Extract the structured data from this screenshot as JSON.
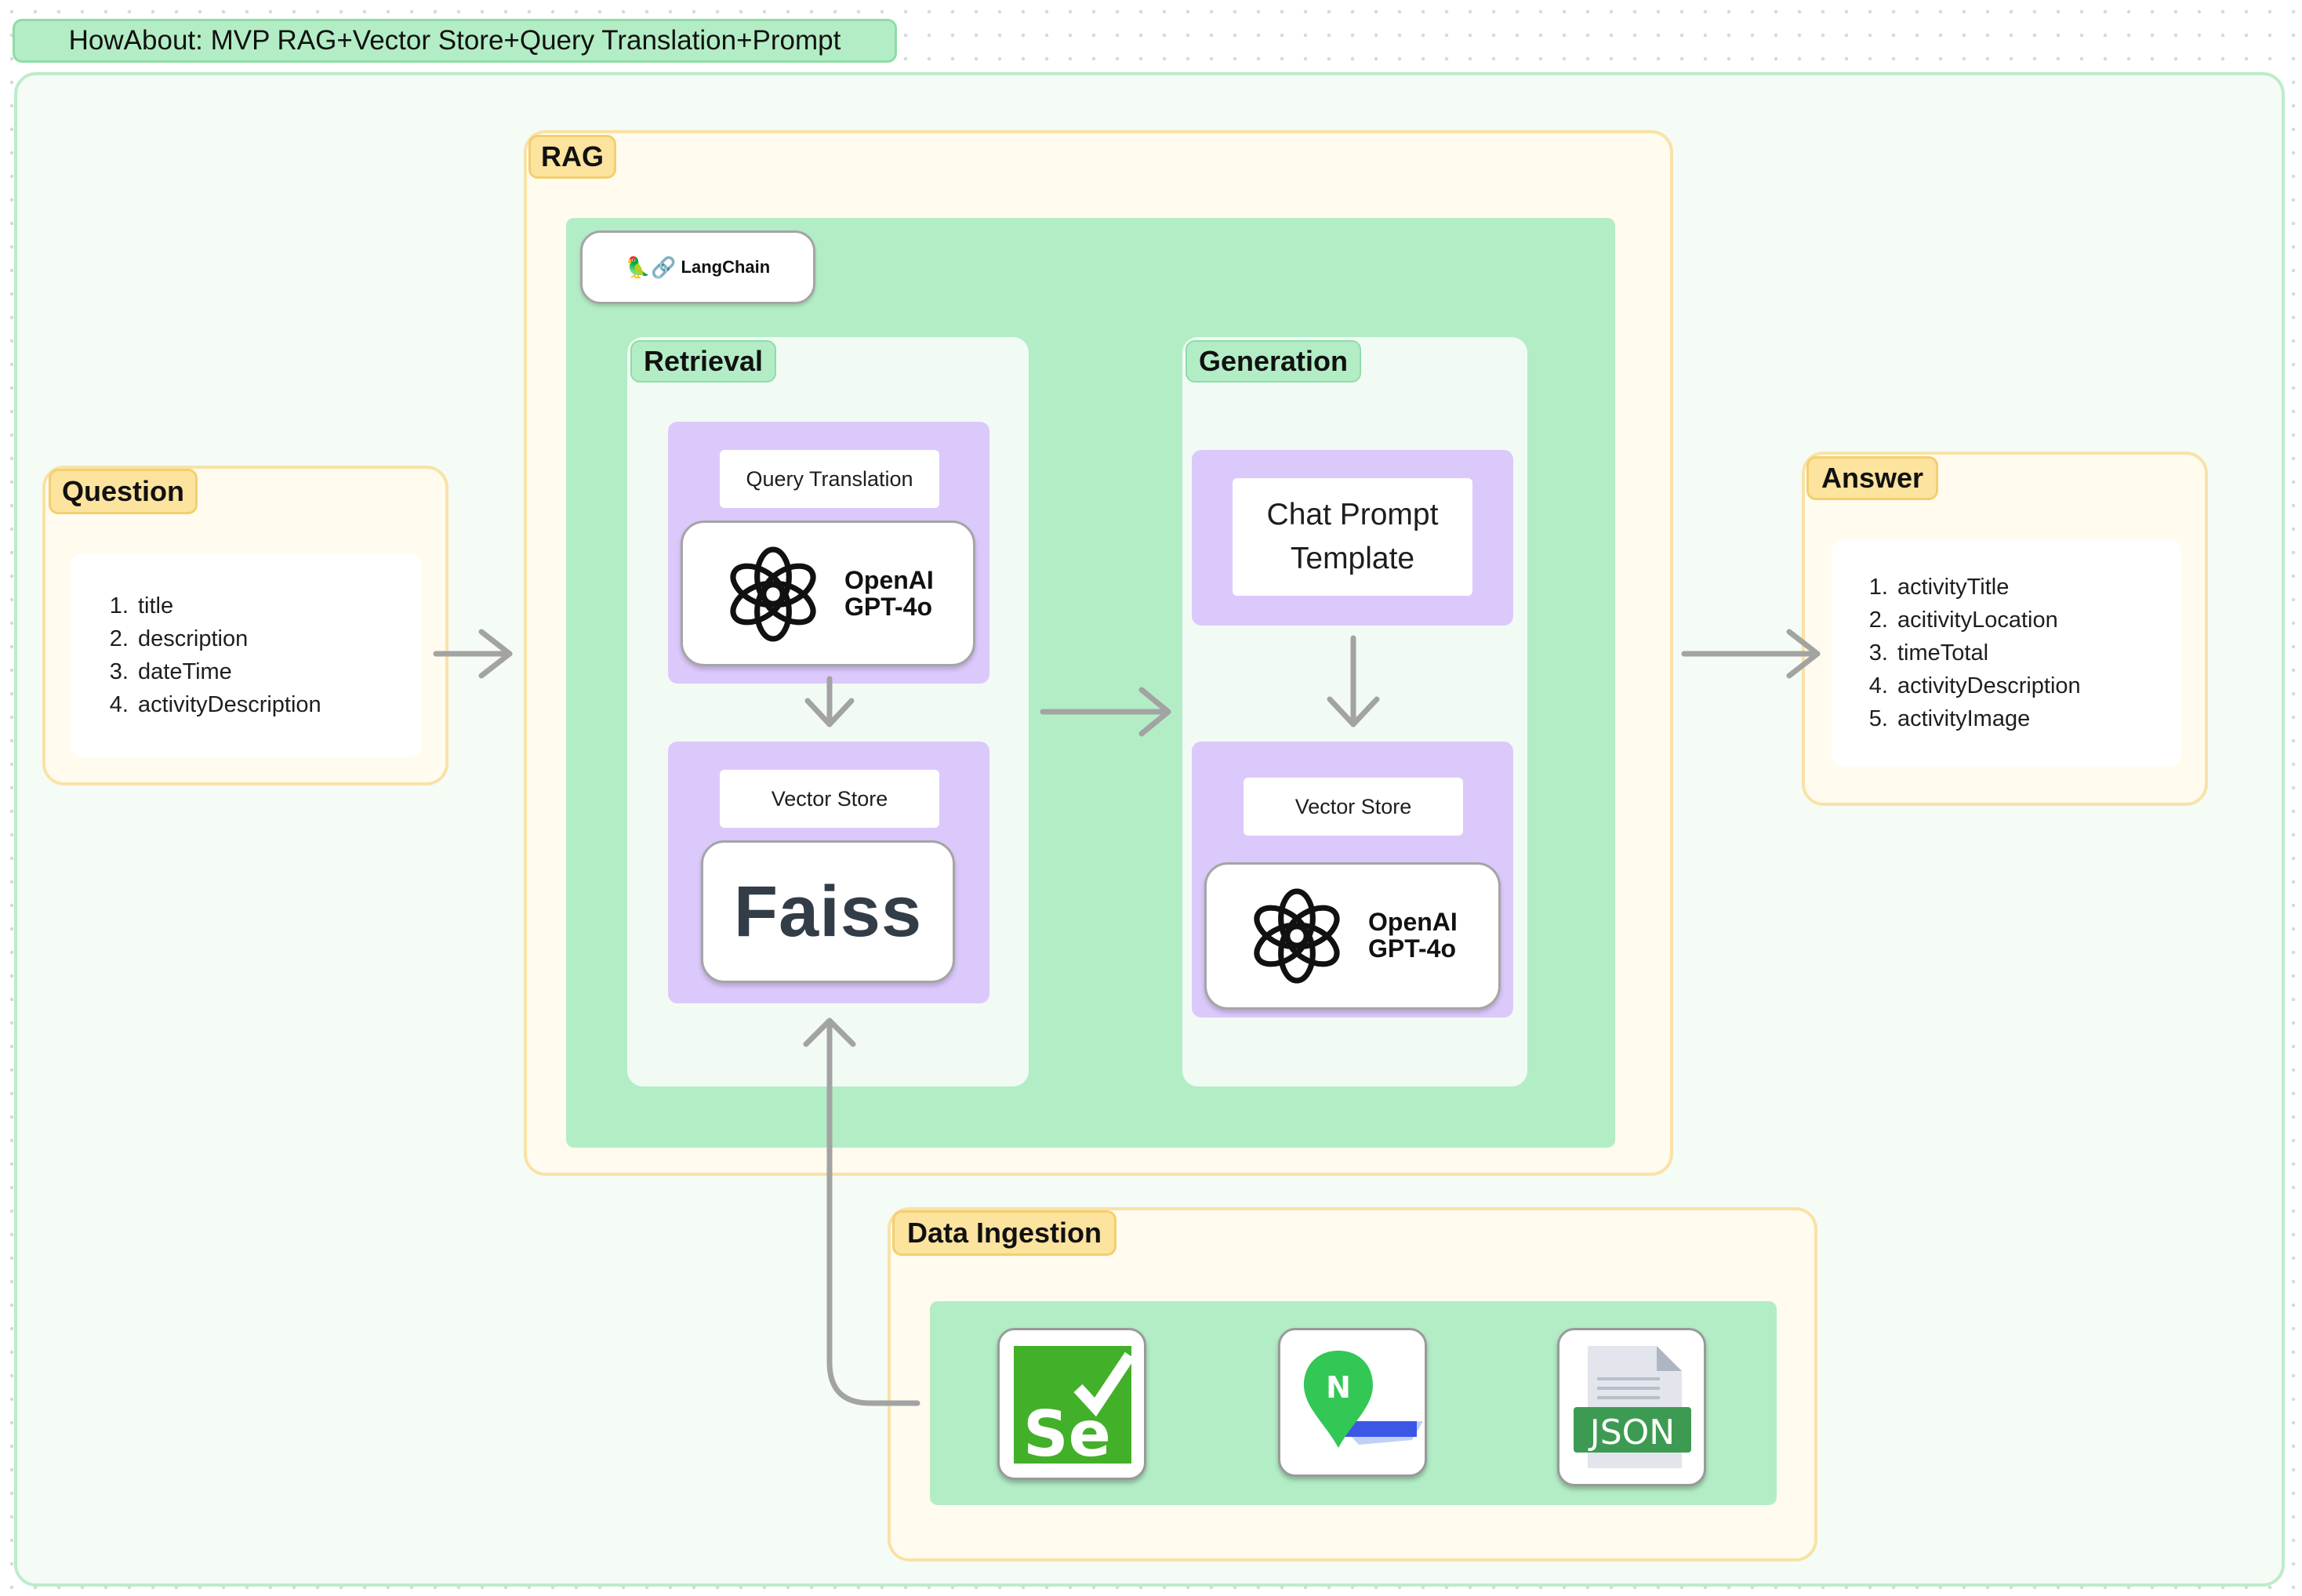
{
  "diagram": {
    "title": "HowAbout: MVP RAG+Vector Store+Query Translation+Prompt",
    "question": {
      "label": "Question",
      "items": [
        "title",
        "description",
        "dateTime",
        "activityDescription"
      ]
    },
    "rag": {
      "label": "RAG",
      "framework": {
        "emoji": "🦜🔗",
        "name": "LangChain"
      },
      "retrieval": {
        "label": "Retrieval",
        "query_translation": "Query Translation",
        "query_model": [
          "OpenAI",
          "GPT-4o"
        ],
        "vector_store": "Vector Store",
        "vector_store_engine": "Faiss"
      },
      "generation": {
        "label": "Generation",
        "prompt_template": "Chat Prompt Template",
        "vector_store": "Vector Store",
        "llm_model": [
          "OpenAI",
          "GPT-4o"
        ]
      }
    },
    "answer": {
      "label": "Answer",
      "items": [
        "activityTitle",
        "acitivityLocation",
        "timeTotal",
        "activityDescription",
        "activityImage"
      ]
    },
    "data_ingestion": {
      "label": "Data Ingestion",
      "selenium_text": "Se",
      "naver_text": "N",
      "json_text": "JSON"
    },
    "colors": {
      "green": "#b3edc5",
      "yellow_tag": "#fce39e",
      "purple": "#dcc9fb",
      "arrow": "#a3a3a3",
      "selenium": "#43b02a",
      "json": "#3d9a52"
    }
  }
}
